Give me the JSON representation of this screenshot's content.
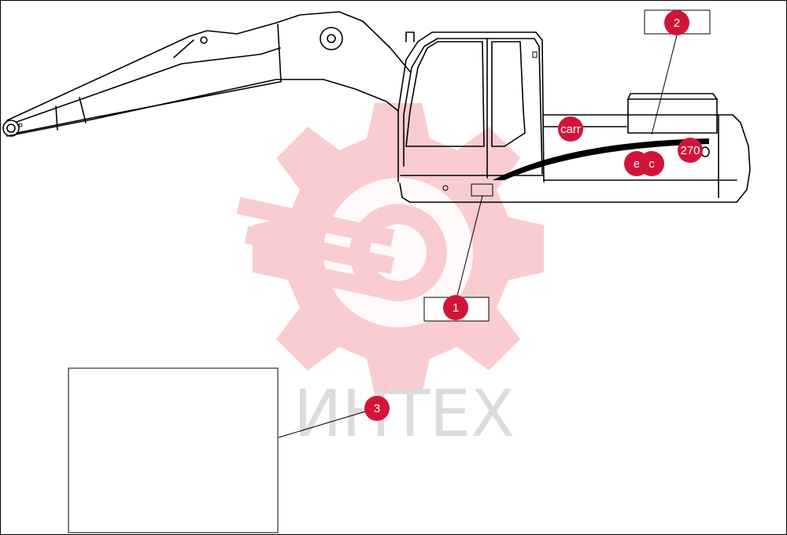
{
  "watermark": {
    "text": "ИНТЕХ",
    "color": "#f8c4c8"
  },
  "markers": [
    {
      "id": "1",
      "label": "1"
    },
    {
      "id": "2",
      "label": "2"
    },
    {
      "id": "3",
      "label": "3"
    },
    {
      "id": "carr",
      "label": "carr"
    },
    {
      "id": "e",
      "label": "e"
    },
    {
      "id": "c",
      "label": "c"
    },
    {
      "id": "270",
      "label": "270"
    }
  ],
  "colors": {
    "marker": "#d2143a",
    "line": "#000000"
  }
}
